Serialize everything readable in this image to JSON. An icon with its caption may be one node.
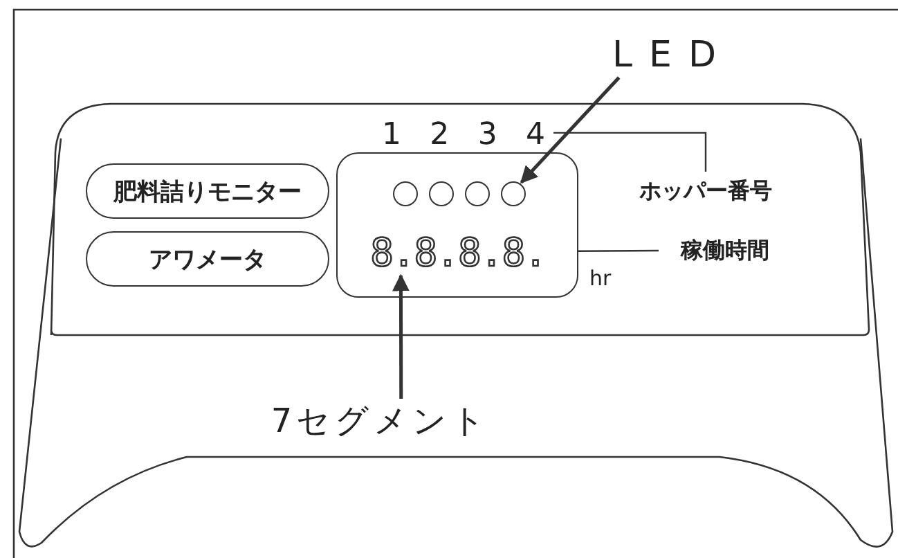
{
  "diagram": {
    "nodes": [
      {
        "text": [
          "LED"
        ]
      },
      {
        "text": [
          "1",
          "2",
          "3",
          "4"
        ]
      },
      {
        "text": [
          "肥料詰りモニター"
        ]
      },
      {
        "text": [
          "アワメータ"
        ]
      },
      {
        "text": [],
        "shape": "box"
      },
      {
        "text": [],
        "shape": "circle",
        "in": 4
      },
      {
        "text": [],
        "shape": "circle",
        "in": 4
      },
      {
        "text": [],
        "shape": "circle",
        "in": 4
      },
      {
        "text": [],
        "shape": "circle",
        "in": 4
      },
      {
        "text": [
          "8.8.8.8."
        ],
        "in": 4
      },
      {
        "text": [
          "ホッパー番号"
        ]
      },
      {
        "text": [
          "稼働時間"
        ]
      },
      {
        "text": [
          "7セグメント"
        ]
      }
    ],
    "edges": [
      {
        "from": 0,
        "to": 8,
        "arrow": "to"
      },
      {
        "from": 10,
        "to": 1,
        "arrow": "none"
      },
      {
        "from": 11,
        "to": 4,
        "arrow": "none"
      },
      {
        "from": 12,
        "to": 9,
        "arrow": "to"
      }
    ],
    "labels": [
      "hr"
    ]
  }
}
